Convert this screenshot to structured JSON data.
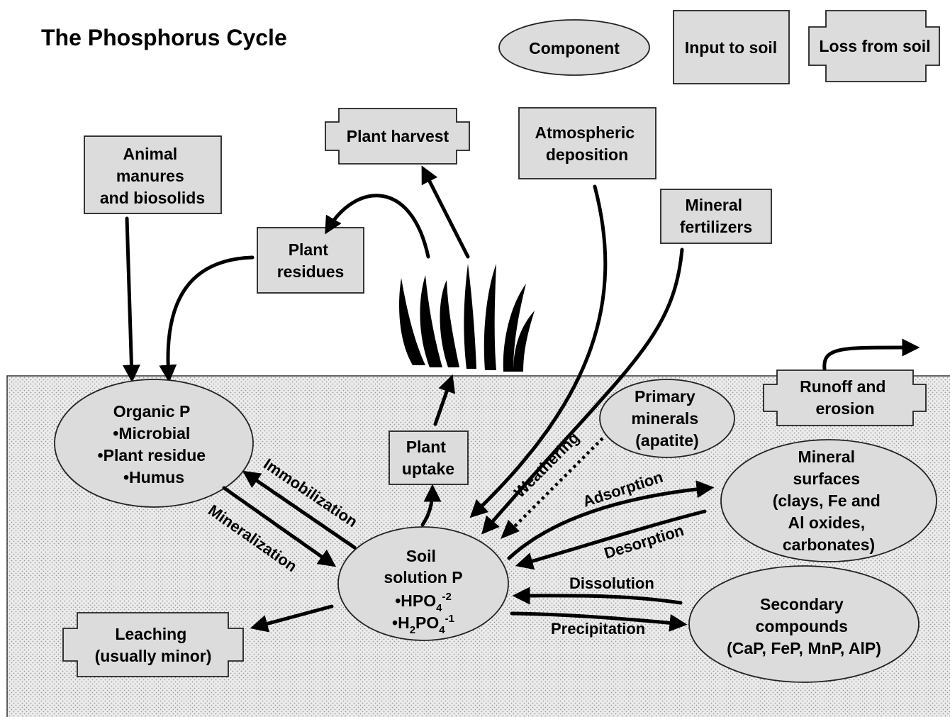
{
  "title": "The Phosphorus Cycle",
  "legend": {
    "component": "Component",
    "input": "Input to soil",
    "loss": "Loss from soil"
  },
  "nodes": {
    "animal_manures": [
      "Animal",
      "manures",
      "and biosolids"
    ],
    "plant_harvest": [
      "Plant harvest"
    ],
    "atmospheric_deposition": [
      "Atmospheric",
      "deposition"
    ],
    "mineral_fertilizers": [
      "Mineral",
      "fertilizers"
    ],
    "plant_residues": [
      "Plant",
      "residues"
    ],
    "organic_p": [
      "Organic P",
      "•Microbial",
      "•Plant residue",
      "•Humus"
    ],
    "plant_uptake": [
      "Plant",
      "uptake"
    ],
    "primary_minerals": [
      "Primary",
      "minerals",
      "(apatite)"
    ],
    "runoff_erosion": [
      "Runoff and",
      "erosion"
    ],
    "mineral_surfaces": [
      "Mineral",
      "surfaces",
      "(clays, Fe and",
      "Al oxides,",
      "carbonates)"
    ],
    "soil_solution": {
      "line1": "Soil",
      "line2": "solution P",
      "hpo4": {
        "prefix": "•HPO",
        "sub": "4",
        "sup": "-2"
      },
      "h2po4": {
        "prefix": "•H",
        "sub1": "2",
        "mid": "PO",
        "sub2": "4",
        "sup": "-1"
      }
    },
    "secondary_compounds": [
      "Secondary",
      "compounds",
      "(CaP, FeP, MnP, AlP)"
    ],
    "leaching": [
      "Leaching",
      "(usually minor)"
    ]
  },
  "processes": {
    "immobilization": "Immobilization",
    "mineralization": "Mineralization",
    "weathering": "Weathering",
    "adsorption": "Adsorption",
    "desorption": "Desorption",
    "dissolution": "Dissolution",
    "precipitation": "Precipitation"
  },
  "colors": {
    "shape_fill": "#dcdcdc",
    "soil_fill": "#e6e6e6",
    "stroke": "#222222"
  }
}
